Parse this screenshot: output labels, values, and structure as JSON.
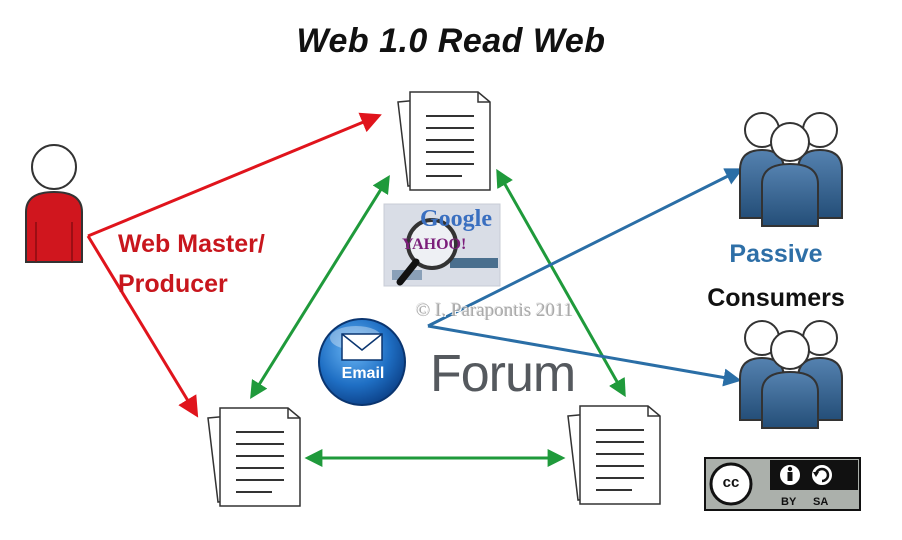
{
  "title": "Web 1.0 Read Web",
  "producer": {
    "line1": "Web Master/",
    "line2": "Producer",
    "color": "#c8161d"
  },
  "consumers": {
    "line1": "Passive",
    "line2": "Consumers",
    "color": "#2e6fa7"
  },
  "watermark": "© I. Parapontis 2011",
  "forum_label": "Forum",
  "email_label": "Email",
  "search_logos": [
    "Google",
    "YAHOO!"
  ],
  "license": {
    "cc": "cc",
    "by": "BY",
    "sa": "SA"
  },
  "colors": {
    "red_arrow": "#e0141c",
    "green_arrow": "#1f9a3b",
    "blue_arrow": "#2a6ea6",
    "consumer_fill": "#3d6d9c"
  },
  "icons": [
    "producer-person-icon",
    "document-icon",
    "consumer-group-icon",
    "email-icon",
    "search-engines-icon",
    "creative-commons-icon"
  ]
}
